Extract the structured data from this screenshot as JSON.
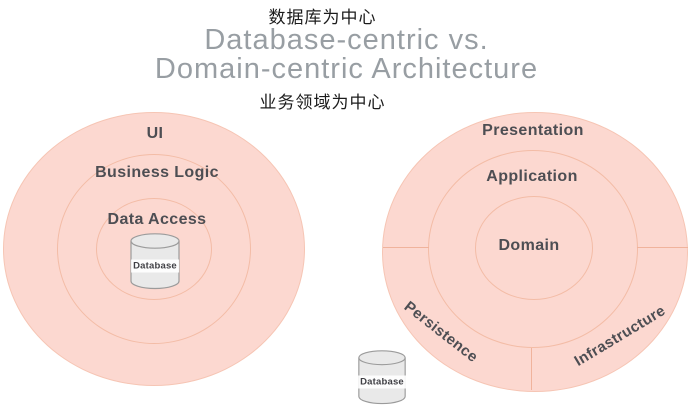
{
  "header": {
    "zh_top": "数据库为中心",
    "title_line1": "Database-centric vs.",
    "title_line2": "Domain-centric Architecture",
    "zh_bottom": "业务领域为中心"
  },
  "left_diagram": {
    "style": "database-centric",
    "rings": [
      "UI",
      "Business Logic",
      "Data Access"
    ],
    "database_label": "Database"
  },
  "right_diagram": {
    "style": "domain-centric",
    "rings": [
      "Presentation",
      "Application",
      "Domain"
    ],
    "sectors": [
      "Persistence",
      "Infrastructure"
    ],
    "database_label": "Database"
  },
  "colors": {
    "circle_fill": "#fcd8d0",
    "ring_stroke": "#f3bca6",
    "label_text": "#4d4e53",
    "title_gray": "#989ea3",
    "chinese_text": "#1c1c1c",
    "cylinder_fill": "#e9e9e9",
    "cylinder_stroke": "#9b9b9b"
  }
}
